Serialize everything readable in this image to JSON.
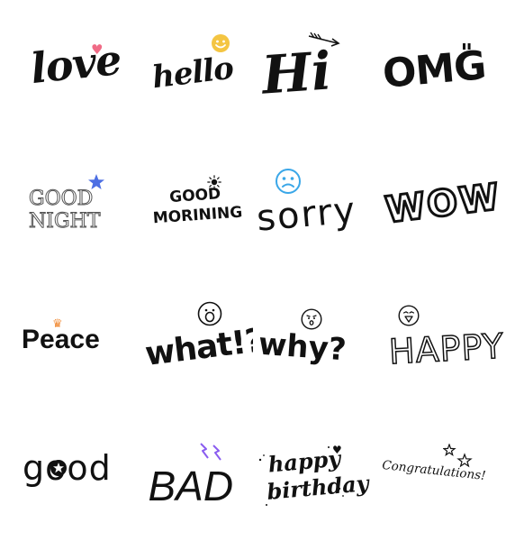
{
  "stickers": [
    {
      "text": "love",
      "accent": "#f06b86",
      "icon": "heart-icon"
    },
    {
      "text": "hello",
      "accent": "#f4c542",
      "icon": "smiley-icon"
    },
    {
      "text": "Hi",
      "icon": "arrow-icon"
    },
    {
      "text": "OMG",
      "quote": "\"",
      "icon": "quote-mark-icon"
    },
    {
      "text_line1": "GOOD",
      "text_line2": "NIGHT",
      "accent": "#4d6fe3",
      "icon": "star-icon"
    },
    {
      "text_line1": "GOOD",
      "text_line2": "MORINING",
      "icon": "sun-icon"
    },
    {
      "text": "sorry",
      "accent": "#3aa7e8",
      "icon": "sad-face-icon"
    },
    {
      "text": "WOW"
    },
    {
      "text": "Peace",
      "accent": "#f08a34",
      "icon": "crown-icon"
    },
    {
      "text": "what!?",
      "icon": "surprised-face-icon"
    },
    {
      "text": "why?",
      "icon": "confused-face-icon"
    },
    {
      "text": "HAPPY",
      "icon": "laughing-face-icon"
    },
    {
      "text": "good",
      "icon": "star-icon"
    },
    {
      "text": "BAD",
      "accent": "#8a5cf0",
      "icon": "lightning-icon"
    },
    {
      "text_line1": "happy",
      "text_line2": "birthday",
      "icon": "heart-icon"
    },
    {
      "text": "Congratulations!",
      "icon": "stars-icon"
    }
  ]
}
